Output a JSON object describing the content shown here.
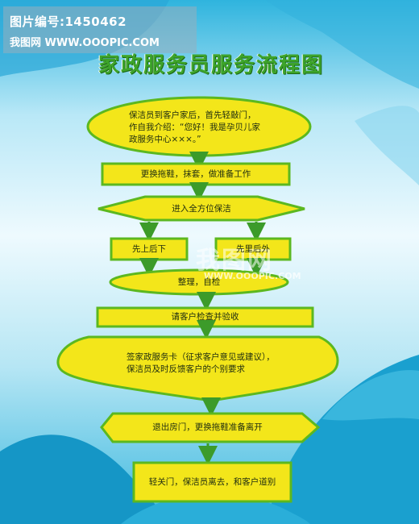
{
  "watermark": {
    "id_line": "图片编号:1450462",
    "site_line": "我图网  WWW.OOOPIC.COM",
    "center_logo": "我图网",
    "center_url": "WWW.OOOPIC.COM"
  },
  "title": "家政服务员服务流程图",
  "steps": [
    {
      "text": "保洁员到客户家后，首先轻敲门，\n作自我介绍：“您好！我是孕贝儿家\n政服务中心×××。”"
    },
    {
      "text": "更换拖鞋，抹套，做准备工作"
    },
    {
      "text": "进入全方位保洁"
    },
    {
      "text": "先上后下"
    },
    {
      "text": "先里后外"
    },
    {
      "text": "整理，自检"
    },
    {
      "text": "请客户检查并验收"
    },
    {
      "text": "签家政服务卡（征求客户意见或建议），\n保洁员及时反馈客户的个别要求"
    },
    {
      "text": "退出房门，更换拖鞋准备离开"
    },
    {
      "text": "轻关门，保洁员离去，和客户道别"
    }
  ],
  "colors": {
    "node_fill": "#f3e61a",
    "node_border": "#5cb81f",
    "arrow": "#3c9b2a",
    "title": "#3da42a",
    "bg_top": "#d8f2fb",
    "bg_bottom": "#14a4cf"
  }
}
